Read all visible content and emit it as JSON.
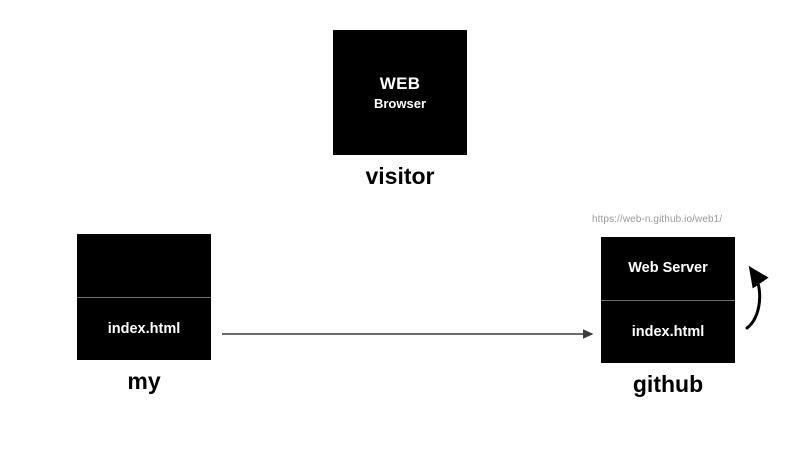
{
  "diagram": {
    "title_text": "",
    "background_color": "#ffffff",
    "node_fill_color": "#000000",
    "node_text_color": "#ffffff",
    "caption_color": "#000000",
    "divider_color": "#6e6e6e",
    "url_color": "#9a9a9a",
    "arrow_color": "#3b3b3b",
    "loop_arrow_color": "#000000"
  },
  "nodes": {
    "browser": {
      "caption": "visitor",
      "line1": "WEB",
      "line2": "Browser"
    },
    "my": {
      "caption": "my",
      "top_section": "",
      "bottom_section": "index.html"
    },
    "github": {
      "caption": "github",
      "url": "https://web-n.github.io/web1/",
      "top_section": "Web Server",
      "bottom_section": "index.html"
    }
  },
  "connectors": {
    "publish_arrow": {
      "icon": "arrow-right-icon",
      "label": ""
    },
    "serve_loop_arrow": {
      "icon": "curved-arrow-up-icon",
      "label": ""
    }
  }
}
